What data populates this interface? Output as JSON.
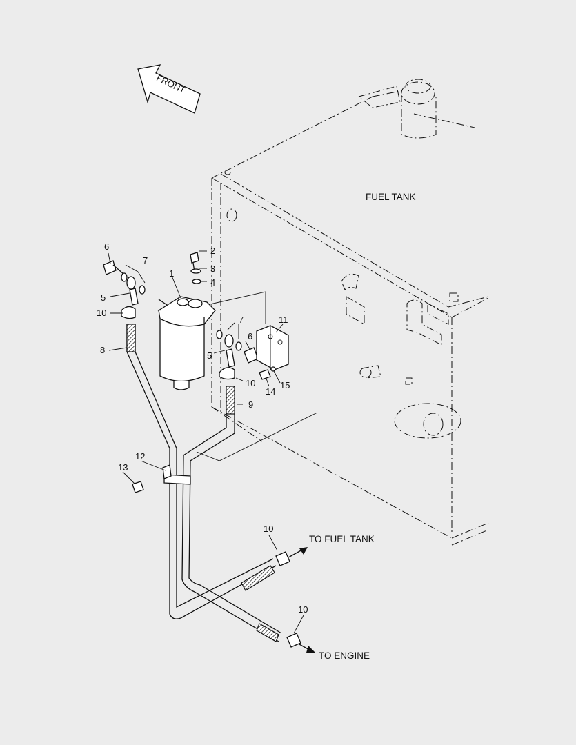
{
  "direction": {
    "front_label": "FRONT"
  },
  "captions": {
    "fuel_tank": "FUEL TANK",
    "to_fuel_tank": "TO FUEL TANK",
    "to_engine": "TO ENGINE"
  },
  "callouts": {
    "p1": "1",
    "p2": "2",
    "p3": "3",
    "p4": "4",
    "p5a": "5",
    "p5b": "5",
    "p6a": "6",
    "p6b": "6",
    "p7a": "7",
    "p7b": "7",
    "p8": "8",
    "p9": "9",
    "p10a": "10",
    "p10b": "10",
    "p10c": "10",
    "p10d": "10",
    "p11": "11",
    "p12": "12",
    "p13": "13",
    "p14": "14",
    "p15": "15"
  },
  "colors": {
    "background": "#ececec",
    "line": "#111111"
  }
}
